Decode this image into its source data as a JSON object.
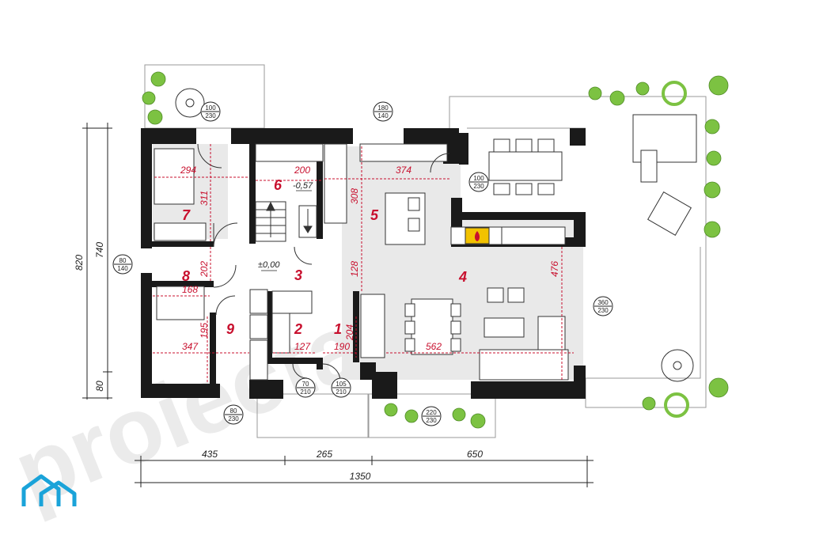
{
  "watermark": "proiectari.md",
  "rooms": [
    {
      "num": "1"
    },
    {
      "num": "2"
    },
    {
      "num": "3"
    },
    {
      "num": "4"
    },
    {
      "num": "5"
    },
    {
      "num": "6"
    },
    {
      "num": "7"
    },
    {
      "num": "8"
    },
    {
      "num": "9"
    }
  ],
  "interior_dims": [
    "294",
    "311",
    "200",
    "374",
    "308",
    "128",
    "476",
    "202",
    "168",
    "195",
    "347",
    "127",
    "190",
    "204",
    "562"
  ],
  "levels": {
    "floor": "±0,00",
    "lower": "-0,57"
  },
  "openings": [
    {
      "w": "100",
      "h": "230"
    },
    {
      "w": "180",
      "h": "140"
    },
    {
      "w": "100",
      "h": "230"
    },
    {
      "w": "80",
      "h": "140"
    },
    {
      "w": "360",
      "h": "230"
    },
    {
      "w": "70",
      "h": "210"
    },
    {
      "w": "105",
      "h": "210"
    },
    {
      "w": "80",
      "h": "230"
    },
    {
      "w": "220",
      "h": "230"
    }
  ],
  "overall_dims": {
    "bottom_segments": [
      "435",
      "265",
      "650"
    ],
    "bottom_total": "1350",
    "left_outer": "820",
    "left_inner_top": "740",
    "left_inner_bottom": "80"
  },
  "colors": {
    "wall": "#1a1a1a",
    "floor": "#e6e6e6",
    "accent": "#c8102e",
    "plant": "#7cc242",
    "logo": "#1aa3d9"
  },
  "logo_icon": "house-logo-icon"
}
